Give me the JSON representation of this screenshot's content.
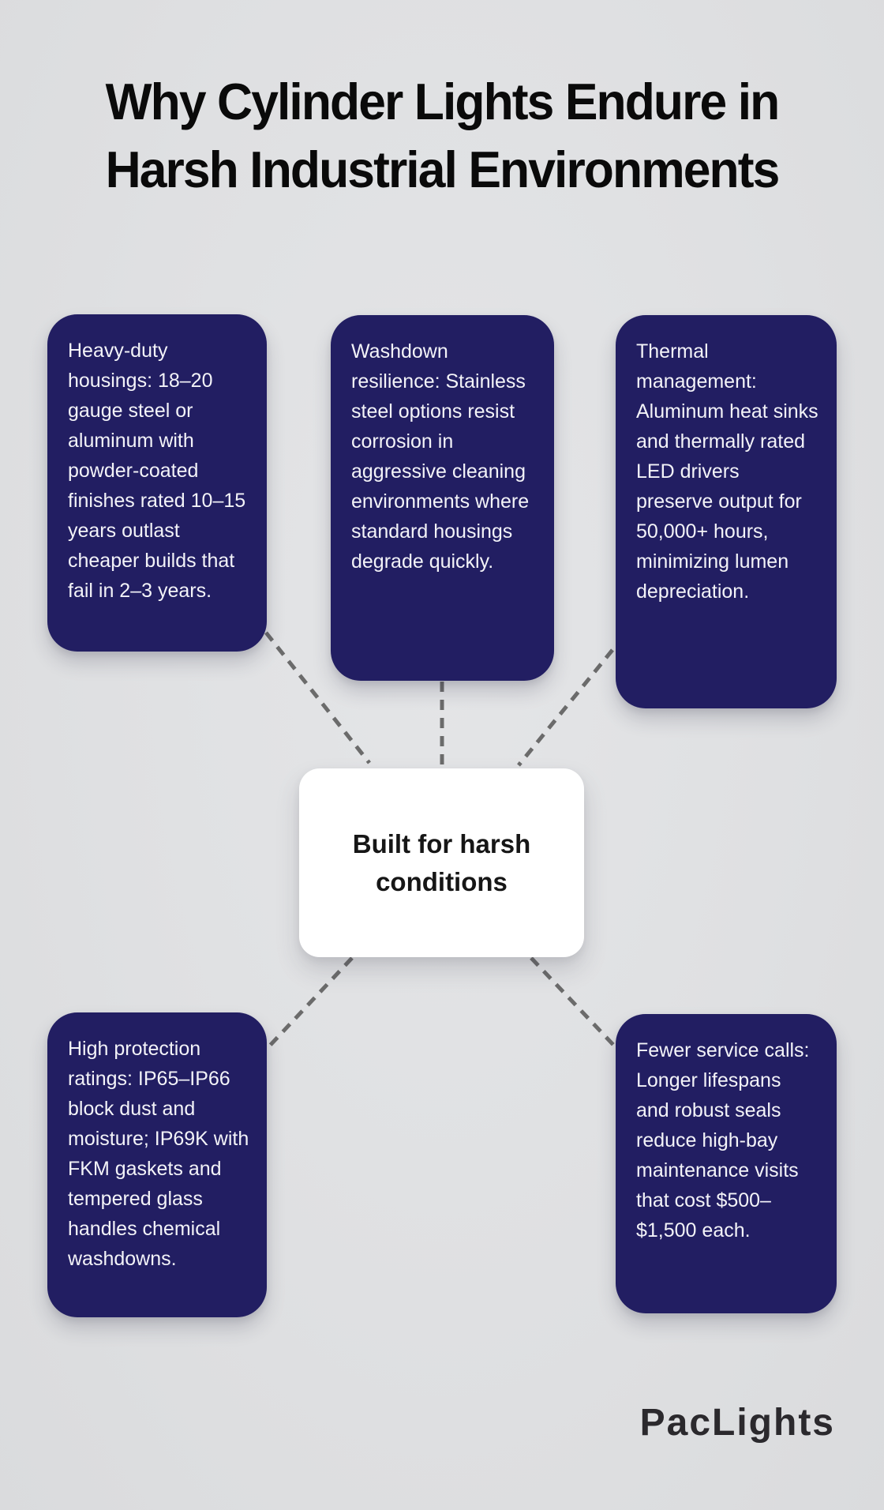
{
  "title": {
    "line1": "Why Cylinder Lights Endure in",
    "line2": "Harsh Industrial Environments"
  },
  "center_label": "Built for harsh conditions",
  "boxes": [
    "Heavy-duty housings: 18–20 gauge steel or aluminum with powder-coated finishes rated 10–15 years outlast cheaper builds that fail in 2–3 years.",
    "Washdown resilience: Stainless steel options resist corrosion in aggressive cleaning environments where standard housings degrade quickly.",
    "Thermal management: Aluminum heat sinks and thermally rated LED drivers preserve output for 50,000+ hours, minimizing lumen depreciation.",
    "High protection ratings: IP65–IP66 block dust and moisture; IP69K with FKM gaskets and tempered glass handles chemical washdowns.",
    "Fewer service calls: Longer lifespans and robust seals reduce high-bay maintenance visits that cost $500–$1,500 each."
  ],
  "brand": "PacLights",
  "colors": {
    "background": "#e0e1e3",
    "node_fill": "#221e62",
    "node_text": "#f3f3f8",
    "center_fill": "#ffffff",
    "center_text": "#161616",
    "connector": "#6b6b6b",
    "title_text": "#0a0a0a",
    "brand_text": "#2b292d"
  }
}
